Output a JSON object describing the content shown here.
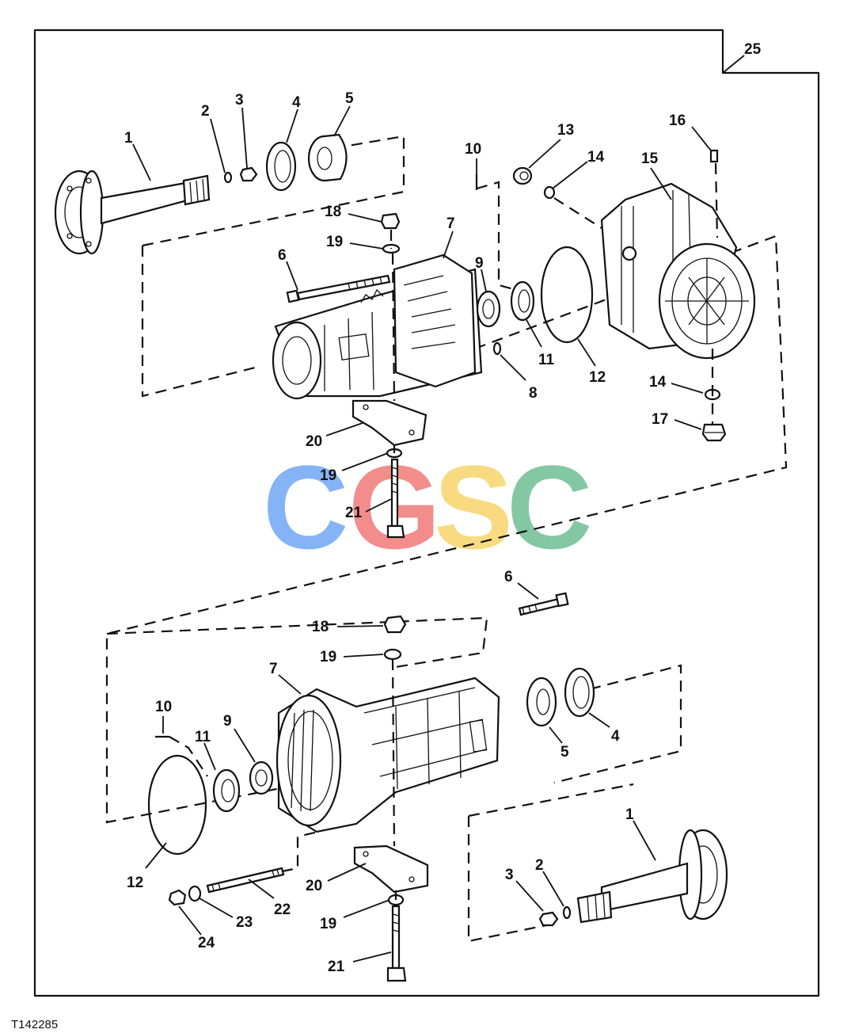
{
  "figure_id": "T142285",
  "watermark": {
    "letters": [
      "C",
      "G",
      "S",
      "C"
    ],
    "colors": [
      "#6fa8f5",
      "#f07a78",
      "#f7d56a",
      "#6fbf93"
    ]
  },
  "frame_callout": "25",
  "upper_callouts": {
    "c1": "1",
    "c2": "2",
    "c3": "3",
    "c4": "4",
    "c5": "5",
    "c6": "6",
    "c7": "7",
    "c8": "8",
    "c9": "9",
    "c10": "10",
    "c11": "11",
    "c12": "12",
    "c13": "13",
    "c14a": "14",
    "c14b": "14",
    "c15": "15",
    "c16": "16",
    "c17": "17",
    "c18": "18",
    "c19a": "19",
    "c19b": "19",
    "c20": "20",
    "c21": "21"
  },
  "lower_callouts": {
    "c1": "1",
    "c2": "2",
    "c3": "3",
    "c4": "4",
    "c5": "5",
    "c6": "6",
    "c7": "7",
    "c9": "9",
    "c10": "10",
    "c11": "11",
    "c12": "12",
    "c18": "18",
    "c19a": "19",
    "c19b": "19",
    "c20": "20",
    "c21": "21",
    "c22": "22",
    "c23": "23",
    "c24": "24"
  }
}
